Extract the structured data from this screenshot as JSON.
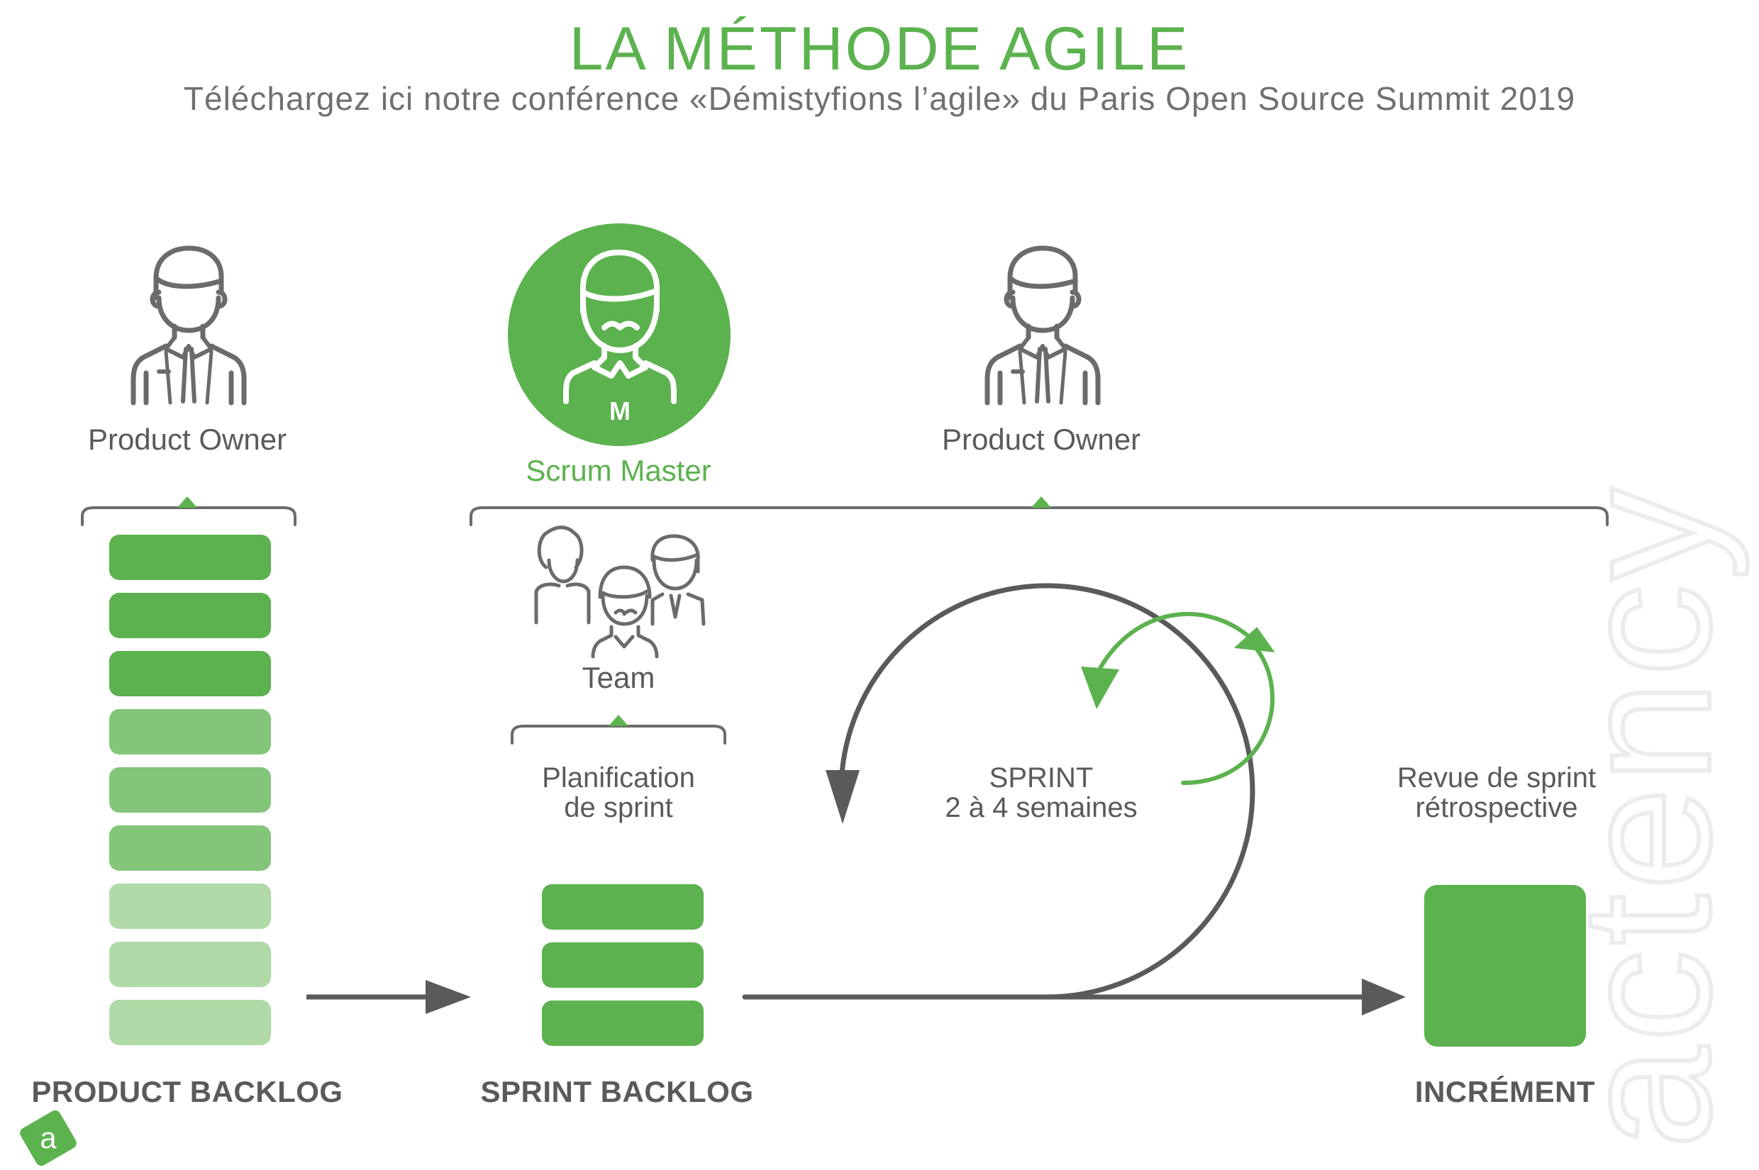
{
  "header": {
    "title": "LA MÉTHODE AGILE",
    "subtitle": "Téléchargez ici notre conférence «Démistyfions l’agile» du Paris Open Source Summit 2019"
  },
  "roles": {
    "product_owner_left": "Product Owner",
    "scrum_master": "Scrum Master",
    "scrum_master_badge": "M",
    "product_owner_right": "Product Owner",
    "team": "Team"
  },
  "steps": {
    "planning": "Planification\nde sprint",
    "sprint": "SPRINT\n2 à 4 semaines",
    "review": "Revue de sprint\nrétrospective"
  },
  "artifacts": {
    "product_backlog": "PRODUCT BACKLOG",
    "sprint_backlog": "SPRINT BACKLOG",
    "increment": "INCRÉMENT"
  },
  "brand": {
    "logo_letter": "a",
    "watermark": "actency"
  },
  "colors": {
    "green": "#5cb24e",
    "green_mid": "#83c67a",
    "green_light": "#b0daa8",
    "gray": "#5a5a5a",
    "icon_gray": "#6b6b6b",
    "watermark": "#ececec"
  },
  "icons": {
    "person": "person-icon",
    "scrum_master": "scrum-master-icon",
    "team": "team-icon"
  }
}
